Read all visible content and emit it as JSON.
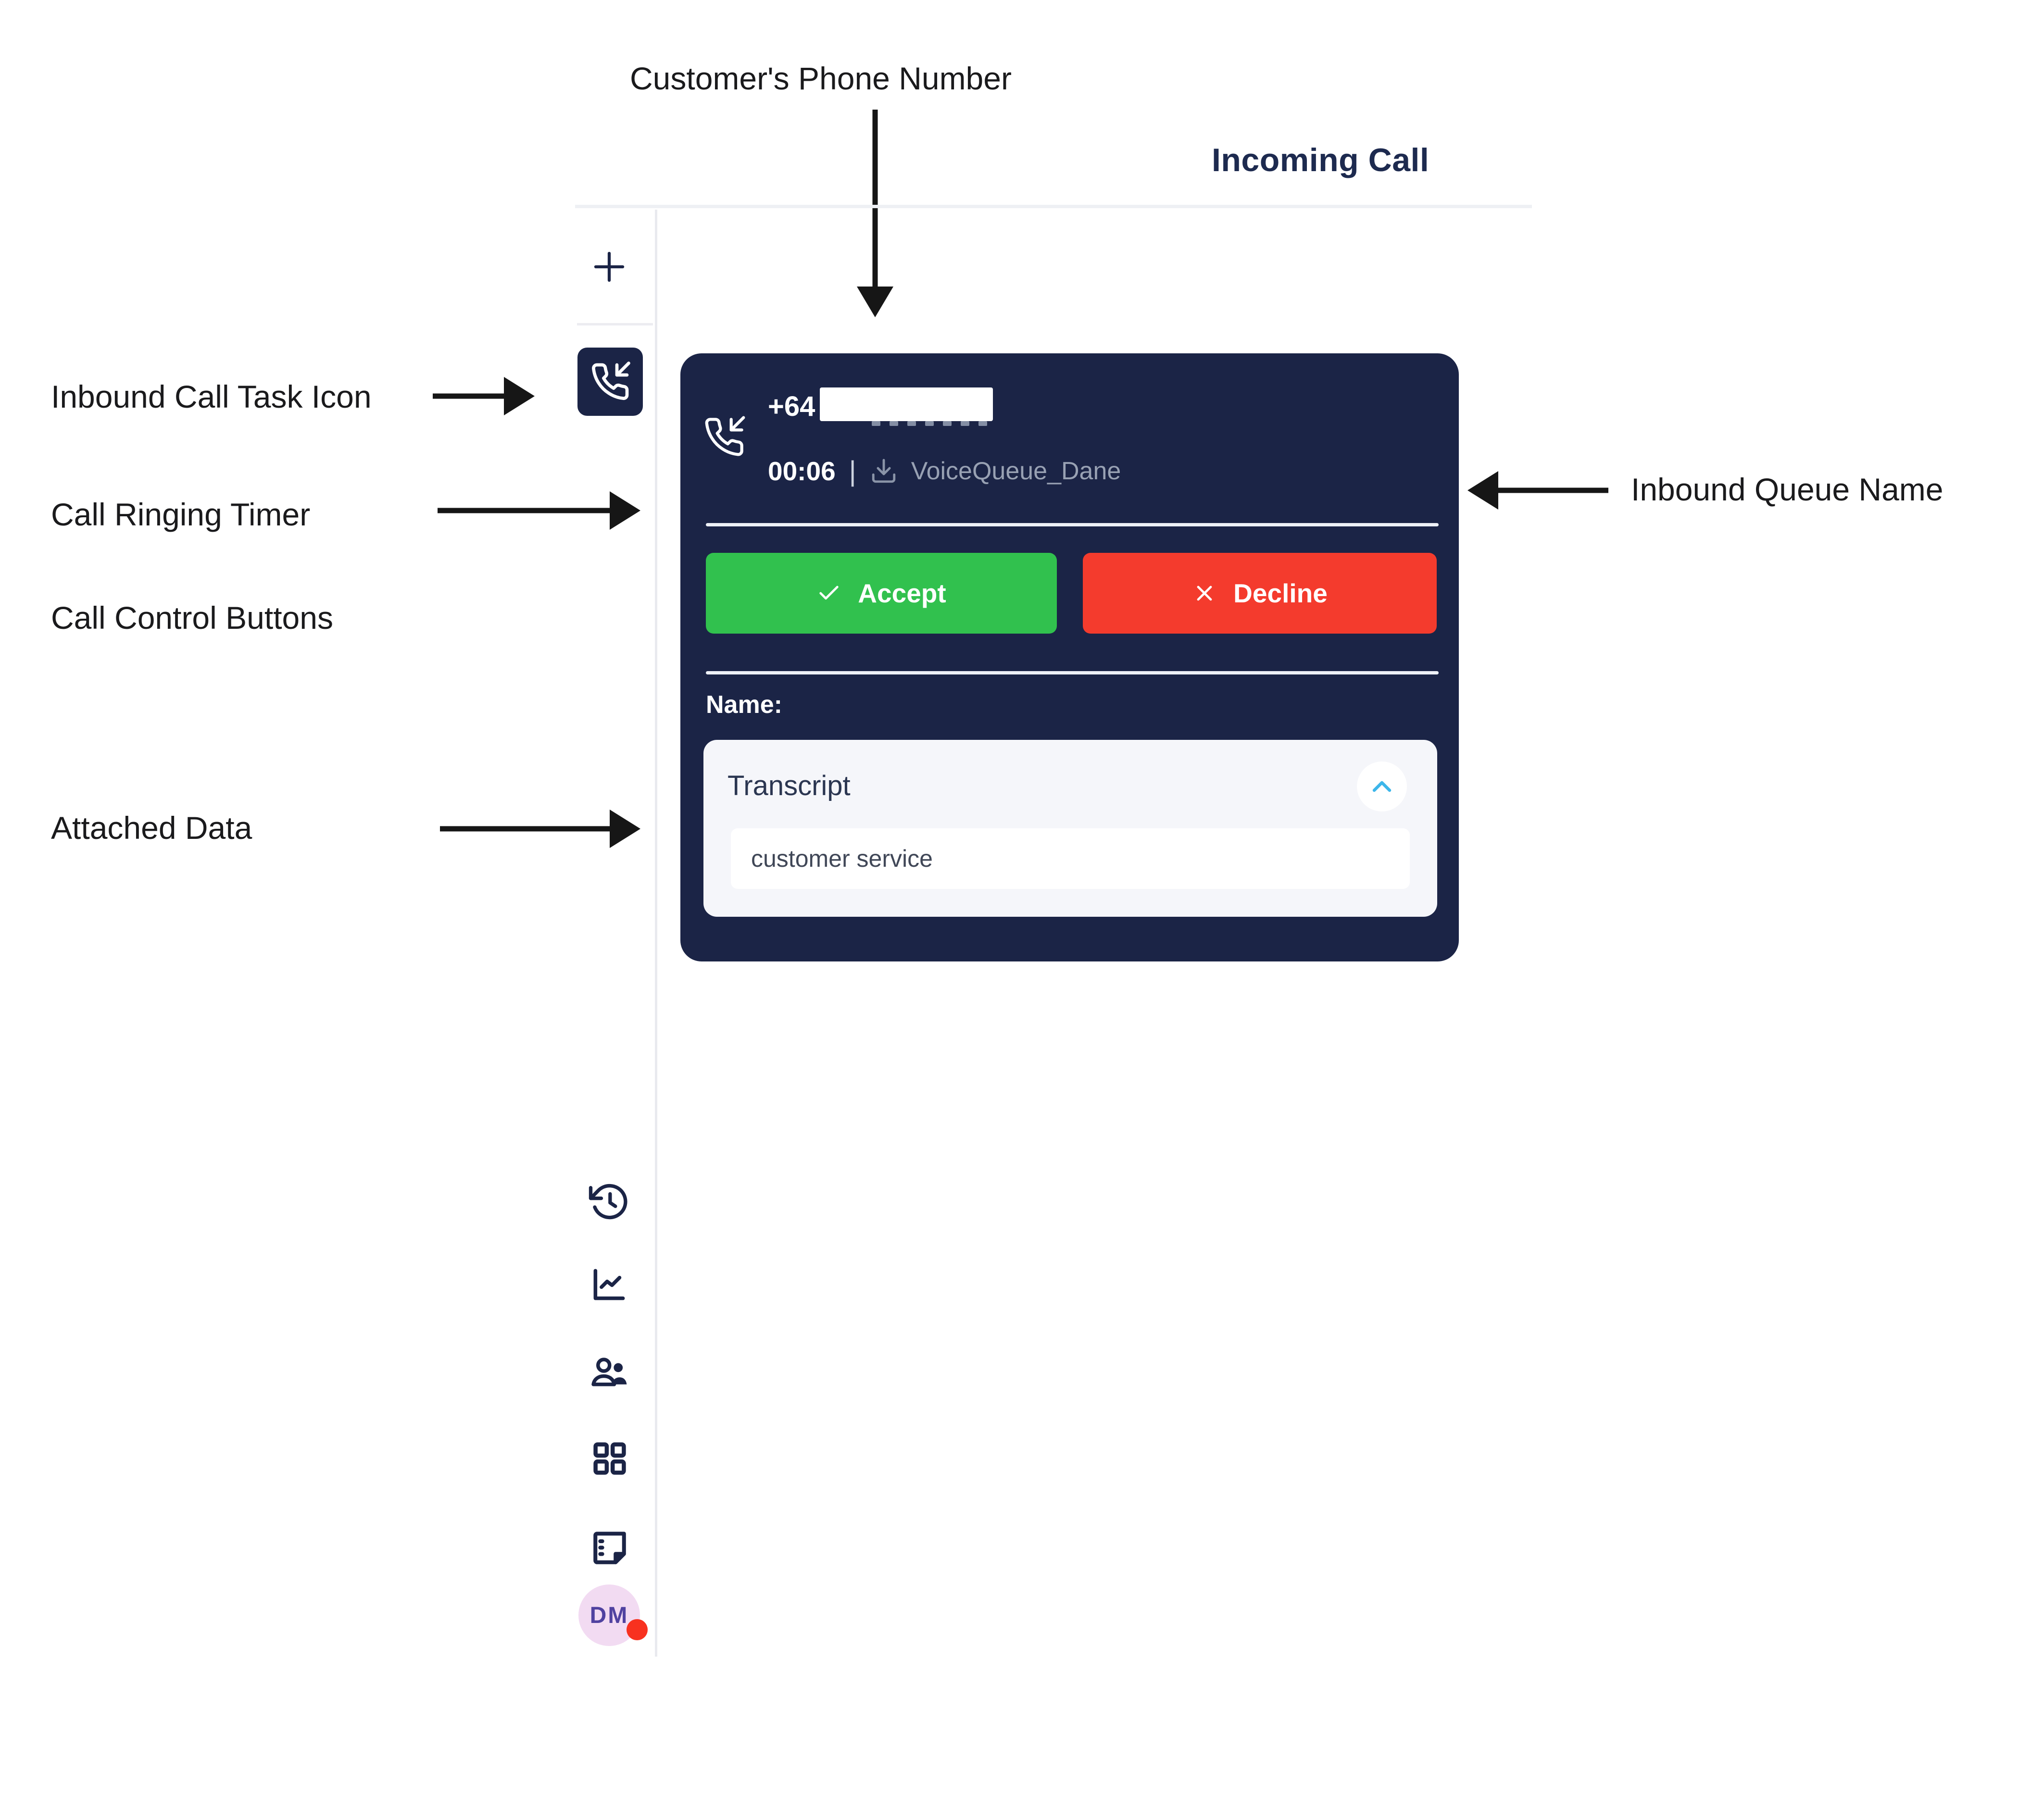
{
  "annotations": {
    "customer_phone_number": "Customer's Phone Number",
    "inbound_call_task_icon": "Inbound Call Task Icon",
    "call_ringing_timer": "Call Ringing Timer",
    "call_control_buttons": "Call Control Buttons",
    "attached_data": "Attached Data",
    "inbound_queue_name": "Inbound Queue Name"
  },
  "header": {
    "title": "Incoming Call"
  },
  "sidebar": {
    "icons": [
      "add-task-icon",
      "inbound-call-task-icon",
      "history-icon",
      "insights-chart-icon",
      "agents-icon",
      "apps-grid-icon",
      "notes-icon"
    ],
    "avatar": {
      "initials": "DM",
      "has_status_dot": true
    }
  },
  "call_card": {
    "phone_prefix": "+64",
    "ring_timer": "00:06",
    "separator": "|",
    "queue_name": "VoiceQueue_Dane",
    "accept_label": "Accept",
    "decline_label": "Decline",
    "name_label": "Name:",
    "attached_data": {
      "title": "Transcript",
      "value": "customer service"
    }
  },
  "colors": {
    "card_navy": "#1b2446",
    "accept_green": "#31c14e",
    "decline_red": "#f43b2d",
    "chevron_blue": "#3cb6ea",
    "queue_gray": "#98a1b3",
    "avatar_bg": "#f2dbf2",
    "avatar_text": "#5042a0",
    "status_red": "#f8311f",
    "icon_navy": "#1b2446",
    "annotation_ink": "#1a1a1c",
    "heading_navy": "#1d2a4f",
    "divider_gray": "#eef0f4",
    "panel_bg": "#f5f6fa"
  }
}
